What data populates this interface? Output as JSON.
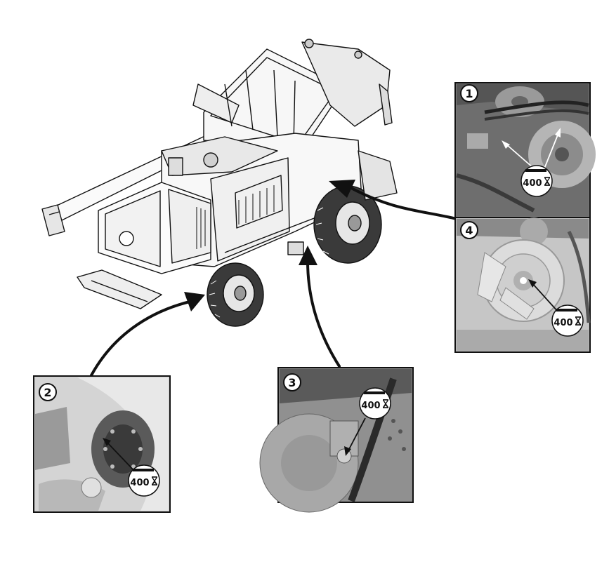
{
  "callouts": [
    {
      "id": "1",
      "interval": "400"
    },
    {
      "id": "2",
      "interval": "400"
    },
    {
      "id": "3",
      "interval": "400"
    },
    {
      "id": "4",
      "interval": "400"
    }
  ],
  "colors": {
    "ink": "#111111",
    "photo_dark": "#4a4a4a",
    "photo_mid": "#8a8a8a",
    "photo_light": "#c8c8c8",
    "machine_fill": "#f4f4f4"
  }
}
